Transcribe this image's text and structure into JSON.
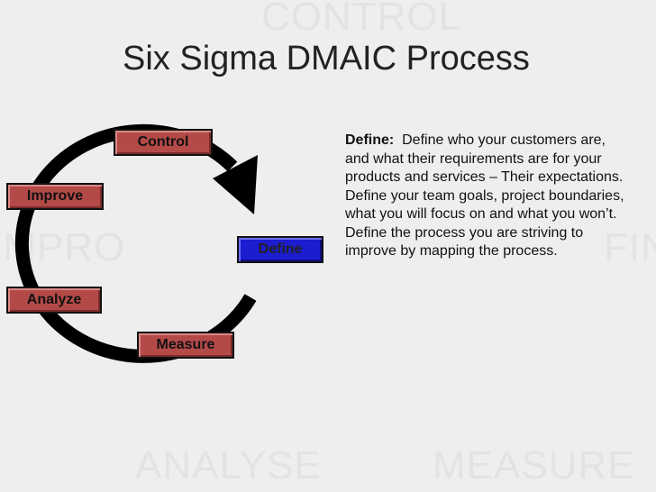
{
  "slide": {
    "title": "Six Sigma DMAIC Process"
  },
  "watermarks": {
    "control": "CONTROL",
    "analyse": "ANALYSE",
    "measure": "MEASURE",
    "improve": "IMPRO",
    "define": "FIN"
  },
  "cycle": {
    "steps": [
      {
        "label": "Control",
        "active": false
      },
      {
        "label": "Improve",
        "active": false
      },
      {
        "label": "Define",
        "active": true
      },
      {
        "label": "Analyze",
        "active": false
      },
      {
        "label": "Measure",
        "active": false
      }
    ],
    "colors": {
      "step_fill": "#b44a48",
      "active_fill": "#1c1cd0",
      "arrow": "#000000"
    }
  },
  "description": {
    "term": "Define:",
    "text": "Define who your customers are, and what their requirements are for your products and services – Their expectations.  Define your team goals, project boundaries, what you will focus on and what you won’t.  Define the process you are striving to improve by mapping the process."
  }
}
